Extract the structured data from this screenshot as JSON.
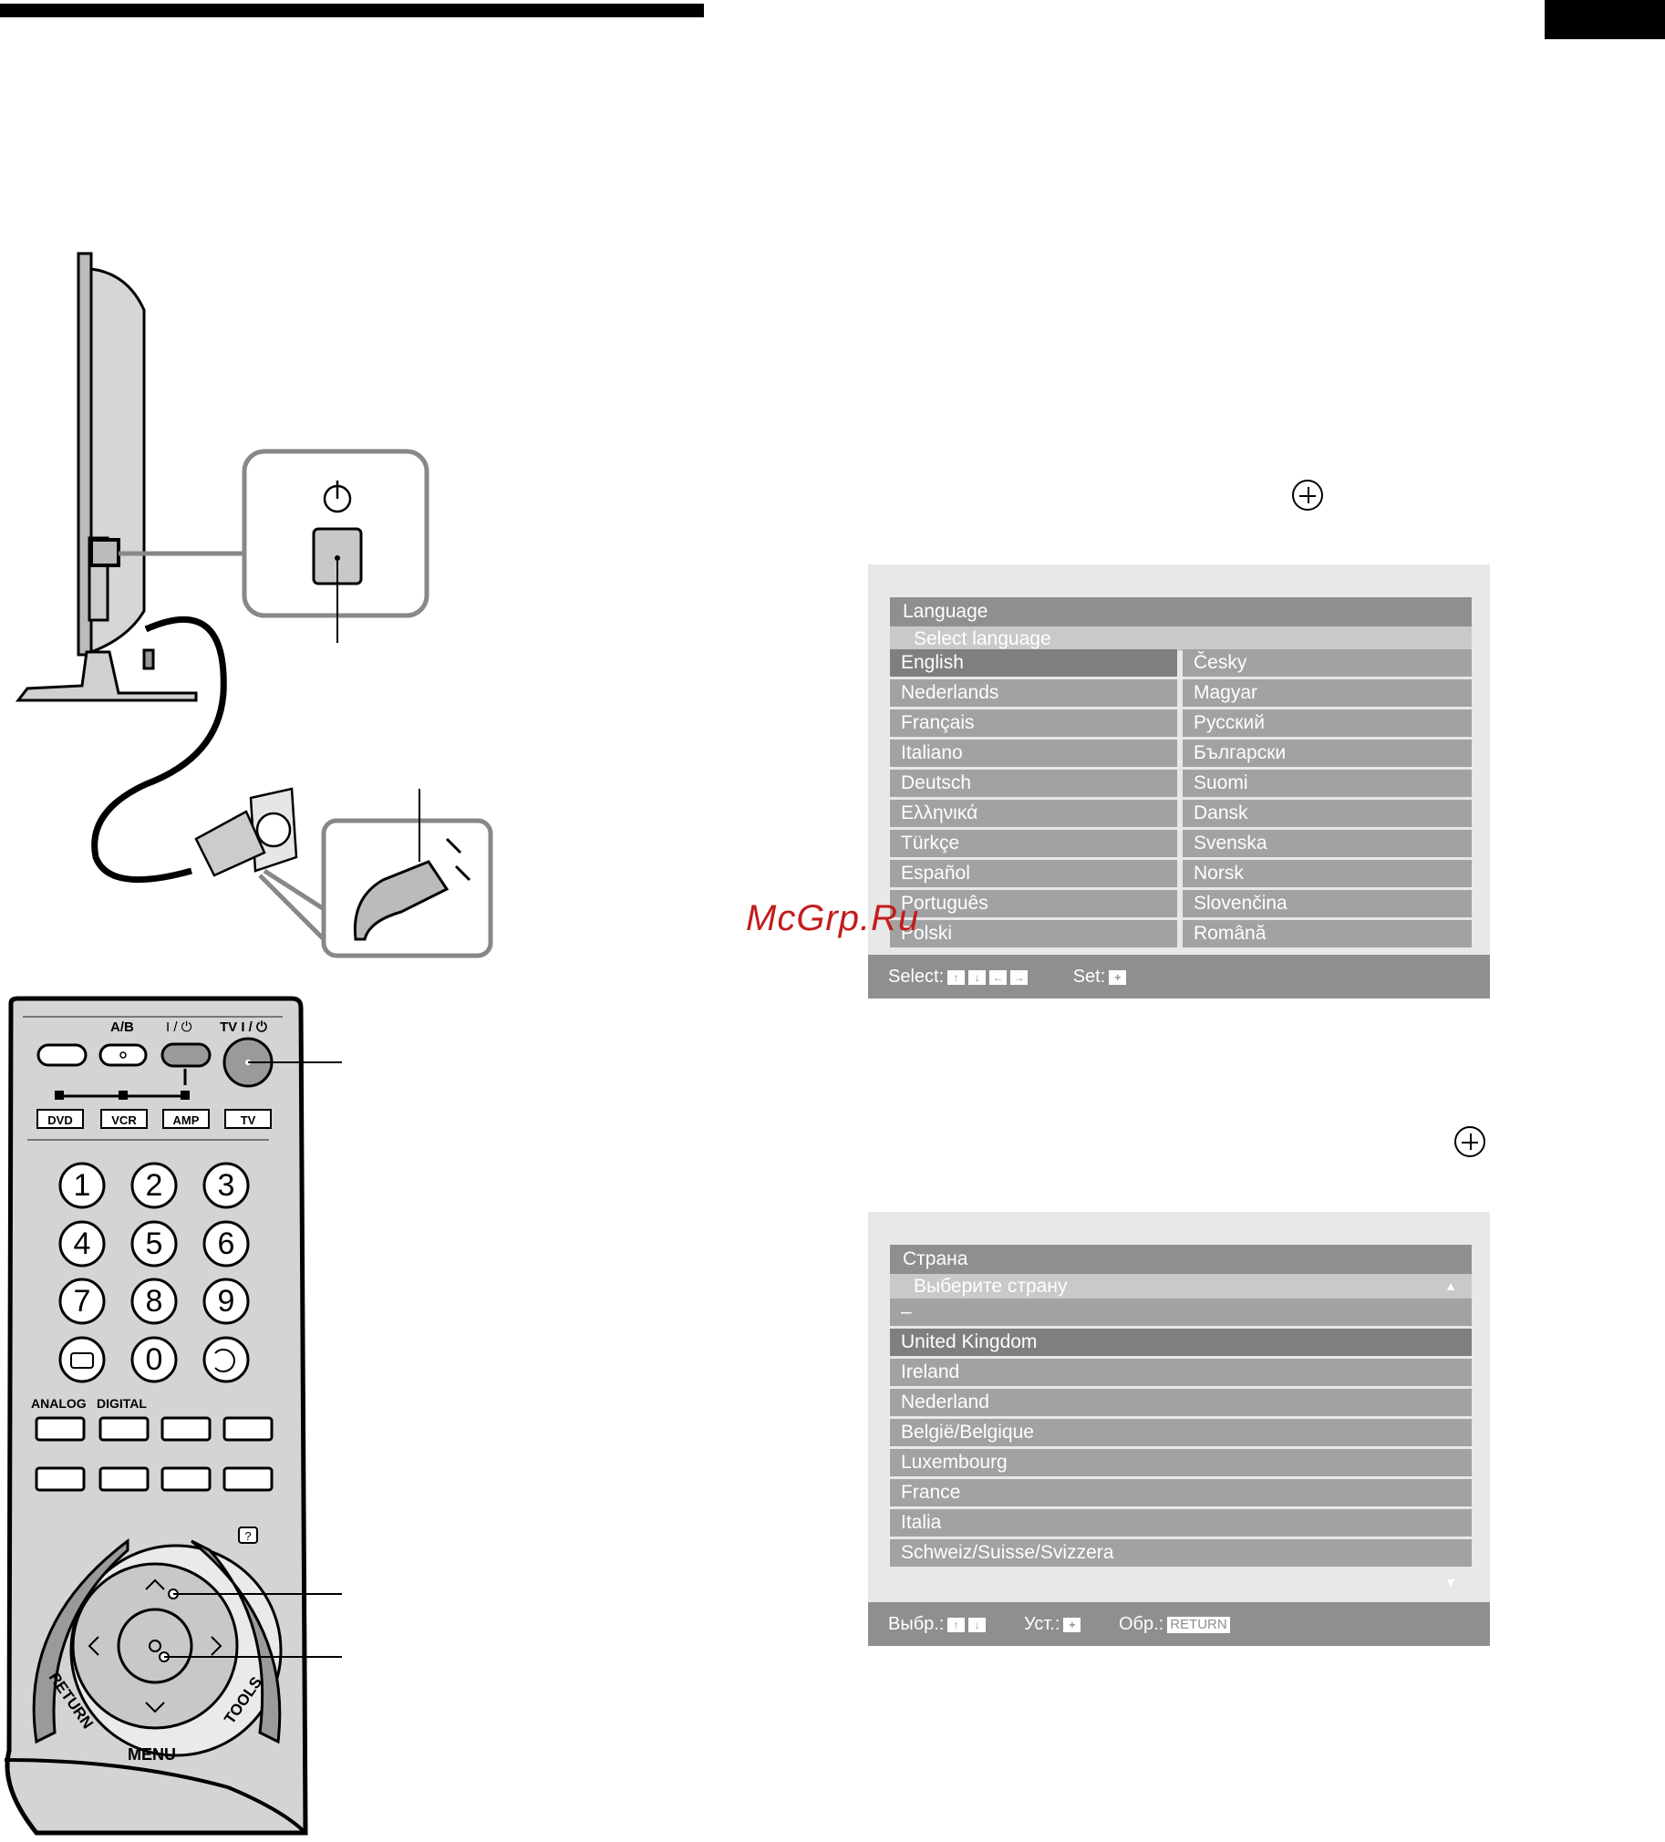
{
  "language_menu": {
    "title": "Language",
    "subtitle": "Select language",
    "left_column": [
      "English",
      "Nederlands",
      "Français",
      "Italiano",
      "Deutsch",
      "Ελληνικά",
      "Türkçe",
      "Español",
      "Português",
      "Polski"
    ],
    "right_column": [
      "Česky",
      "Magyar",
      "Русский",
      "Български",
      "Suomi",
      "Dansk",
      "Svenska",
      "Norsk",
      "Slovenčina",
      "Română"
    ],
    "selected": "English",
    "footer_select": "Select:",
    "footer_set": "Set:"
  },
  "country_menu": {
    "title": "Страна",
    "subtitle": "Выберите страну",
    "items": [
      "–",
      "United Kingdom",
      "Ireland",
      "Nederland",
      "België/Belgique",
      "Luxembourg",
      "France",
      "Italia",
      "Schweiz/Suisse/Svizzera",
      ""
    ],
    "selected": "United Kingdom",
    "footer_select": "Выбр.:",
    "footer_set": "Уст.:",
    "footer_back": "Обр.:",
    "return_key": "RETURN"
  },
  "remote": {
    "top_labels": [
      "A/B",
      "I / ⏻",
      "TV I / ⏻"
    ],
    "source_buttons": [
      "DVD",
      "VCR",
      "AMP",
      "TV"
    ],
    "numbers": [
      "1",
      "2",
      "3",
      "4",
      "5",
      "6",
      "7",
      "8",
      "9",
      "0"
    ],
    "mode_labels": [
      "ANALOG",
      "DIGITAL"
    ],
    "nav_labels": [
      "RETURN",
      "MENU",
      "TOOLS"
    ]
  },
  "watermark": "McGrp.Ru",
  "colors": {
    "menu_bg": "#e8e8e8",
    "menu_title": "#8f8f8f",
    "menu_row": "#a2a2a2",
    "menu_selected": "#7f7f7f",
    "watermark": "#c21d1d"
  }
}
